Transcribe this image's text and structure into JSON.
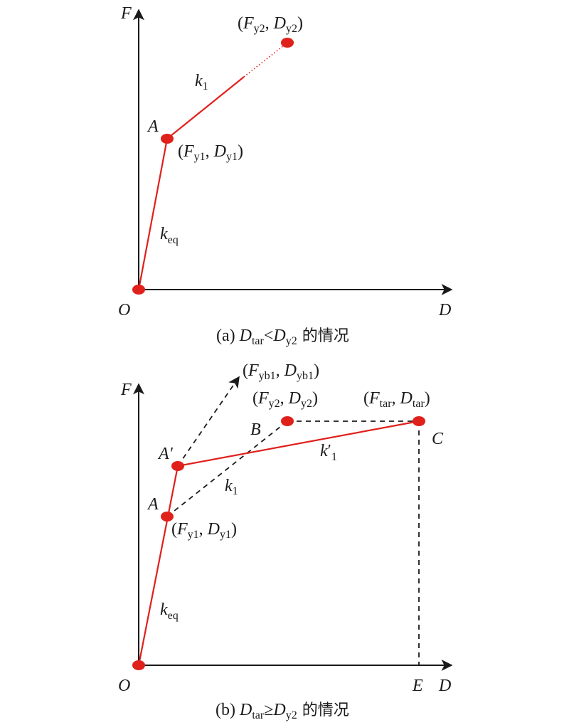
{
  "panel_a": {
    "axis_y": "F",
    "axis_x": "D",
    "origin": "O",
    "point_a": "A",
    "point_a_coord": {
      "open": "(",
      "f": "F",
      "f_sub": "y1",
      "sep": ", ",
      "d": "D",
      "d_sub": "y1",
      "close": ")"
    },
    "point_y2_coord": {
      "open": "(",
      "f": "F",
      "f_sub": "y2",
      "sep": ", ",
      "d": "D",
      "d_sub": "y2",
      "close": ")"
    },
    "slope_k1": {
      "k": "k",
      "sub": "1"
    },
    "slope_keq": {
      "k": "k",
      "sub": "eq"
    },
    "caption": {
      "prefix": "(a) ",
      "d1": "D",
      "d1_sub": "tar",
      "op": "<",
      "d2": "D",
      "d2_sub": "y2",
      "suffix": " 的情况"
    }
  },
  "panel_b": {
    "axis_y": "F",
    "axis_x": "D",
    "origin": "O",
    "point_e": "E",
    "point_a": "A",
    "point_a_prime": "A′",
    "point_b": "B",
    "point_c": "C",
    "point_a_coord": {
      "open": "(",
      "f": "F",
      "f_sub": "y1",
      "sep": ", ",
      "d": "D",
      "d_sub": "y1",
      "close": ")"
    },
    "point_y2_coord": {
      "open": "(",
      "f": "F",
      "f_sub": "y2",
      "sep": ", ",
      "d": "D",
      "d_sub": "y2",
      "close": ")"
    },
    "point_tar_coord": {
      "open": "(",
      "f": "F",
      "f_sub": "tar",
      "sep": ", ",
      "d": "D",
      "d_sub": "tar",
      "close": ")"
    },
    "point_yb1_coord": {
      "open": "(",
      "f": "F",
      "f_sub": "yb1",
      "sep": ", ",
      "d": "D",
      "d_sub": "yb1",
      "close": ")"
    },
    "slope_k1": {
      "k": "k",
      "sub": "1"
    },
    "slope_k1_prime": {
      "k": "k",
      "prime": "′",
      "sub": "1"
    },
    "slope_keq": {
      "k": "k",
      "sub": "eq"
    },
    "caption": {
      "prefix": "(b) ",
      "d1": "D",
      "d1_sub": "tar",
      "op": "≥",
      "d2": "D",
      "d2_sub": "y2",
      "suffix": " 的情况"
    }
  },
  "colors": {
    "curve": "#e0201b",
    "axes": "#1a1a1a"
  }
}
